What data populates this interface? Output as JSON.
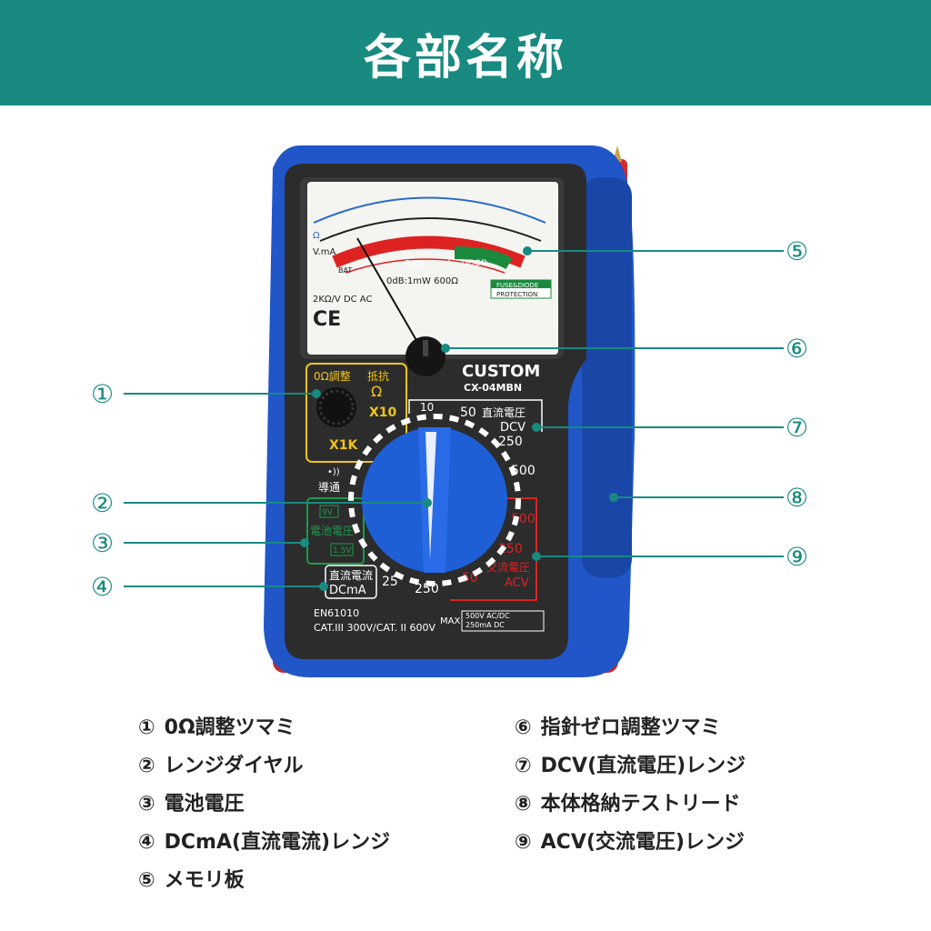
{
  "header": {
    "title": "各部名称",
    "color": "#188a80"
  },
  "callout_color": "#188a80",
  "callouts": [
    {
      "num": "①",
      "label": "0Ω調整ツマミ"
    },
    {
      "num": "②",
      "label": "レンジダイヤル"
    },
    {
      "num": "③",
      "label": "電池電圧"
    },
    {
      "num": "④",
      "label": "DCmA(直流電流)レンジ"
    },
    {
      "num": "⑤",
      "label": "メモリ板"
    },
    {
      "num": "⑥",
      "label": "指針ゼロ調整ツマミ"
    },
    {
      "num": "⑦",
      "label": "DCV(直流電圧)レンジ"
    },
    {
      "num": "⑧",
      "label": "本体格納テストリード"
    },
    {
      "num": "⑨",
      "label": "ACV(交流電圧)レンジ"
    }
  ],
  "device": {
    "brand": "CUSTOM",
    "model": "CX-04MBN",
    "zero_adjust_label": "0Ω調整",
    "resistance_label": "抵抗",
    "ohm_symbol": "Ω",
    "x10": "X10",
    "x1k": "X1K",
    "continuity": "導通",
    "continuity_icon": "•))",
    "battery_label": "電池電圧",
    "battery_9v": "9V",
    "battery_15v": "1.5V",
    "dcma_label_1": "直流電流",
    "dcma_label_2": "DCmA",
    "dcma_25": "25",
    "dcma_250": "250",
    "dcv_label_1": "直流電圧",
    "dcv_label_2": "DCV",
    "dcv_10": "10",
    "dcv_50": "50",
    "dcv_250": "250",
    "dcv_500": "500",
    "acv_label_1": "交流電圧",
    "acv_label_2": "ACV",
    "acv_500": "500",
    "acv_250": "250",
    "acv_50": "50",
    "standard": "EN61010",
    "category": "CAT.III 300V/CAT. II 600V",
    "max": "MAX",
    "max_v": "500V AC/DC",
    "max_a": "250mA DC",
    "scale_bad": "BAD",
    "scale_good": "GOOD",
    "scale_q": "?",
    "scale_db": "0dB:1mW 600Ω",
    "scale_spec": "2KΩ/V DC AC",
    "scale_ce": "CE",
    "fuse": "FUSE&DIODE",
    "protection": "PROTECTION",
    "scale_ohm": "Ω",
    "scale_vma": "V.mA",
    "scale_bat": "BAT"
  }
}
